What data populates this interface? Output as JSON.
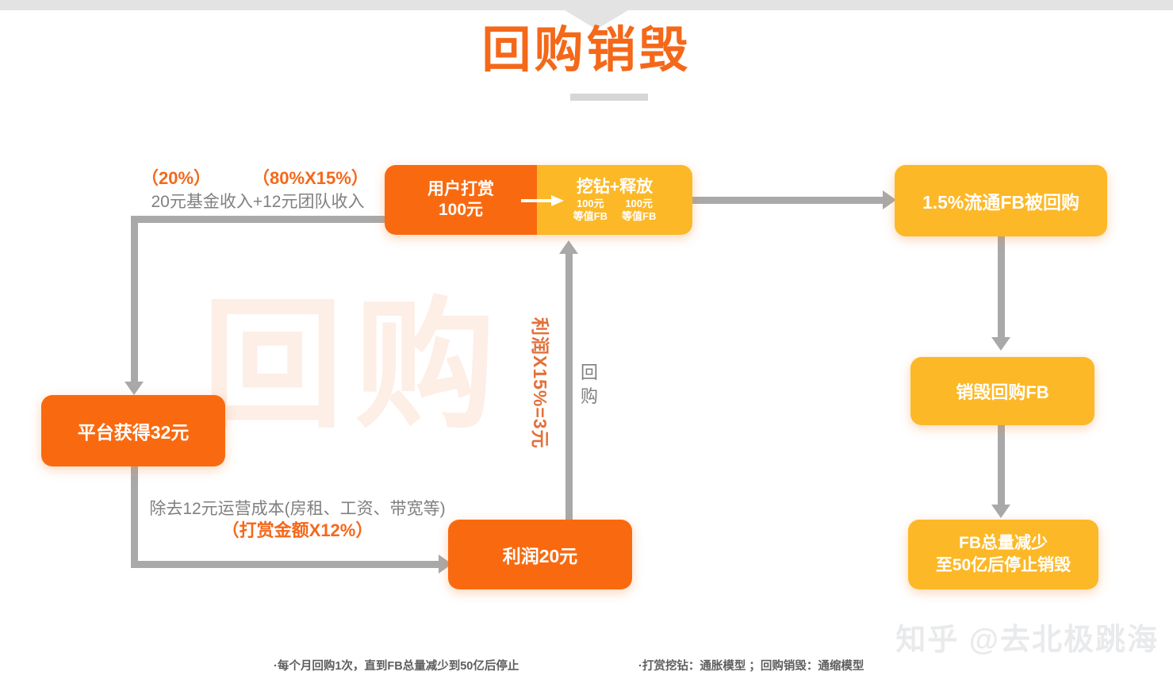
{
  "page": {
    "title": "回购销毁",
    "background_watermark": "回购",
    "zhihu_watermark": "知乎 @去北极跳海"
  },
  "nodes": {
    "user_tip": {
      "title": "用户打赏",
      "amount": "100元",
      "mine_release_title": "挖钻+释放",
      "col1_line1": "100元",
      "col1_line2": "等值FB",
      "col2_line1": "100元",
      "col2_line2": "等值FB"
    },
    "platform": "平台获得32元",
    "profit": "利润20元",
    "buyback": "1.5%流通FB被回购",
    "destroy": "销毁回购FB",
    "supply_down_line1": "FB总量减少",
    "supply_down_line2": "至50亿后停止销毁"
  },
  "annotations": {
    "pct_left": "（20%）",
    "pct_right": "（80%X15%）",
    "income_split": "20元基金收入+12元团队收入",
    "operating_cost": "除去12元运营成本(房租、工资、带宽等)",
    "operating_cost_pct": "（打赏金额X12%）",
    "profit_share": "利润X15%=3元",
    "buyback_label": "回购"
  },
  "footer": {
    "note_left": "·每个月回购1次，直到FB总量减少到50亿后停止",
    "note_right": "·打赏挖钻：通胀模型 ；回购销毁：通缩模型"
  },
  "colors": {
    "orange": "#f96a10",
    "amber": "#fcb827",
    "title_orange": "#f4681a",
    "connector_gray": "#a9a9a9",
    "text_gray": "#808080"
  }
}
